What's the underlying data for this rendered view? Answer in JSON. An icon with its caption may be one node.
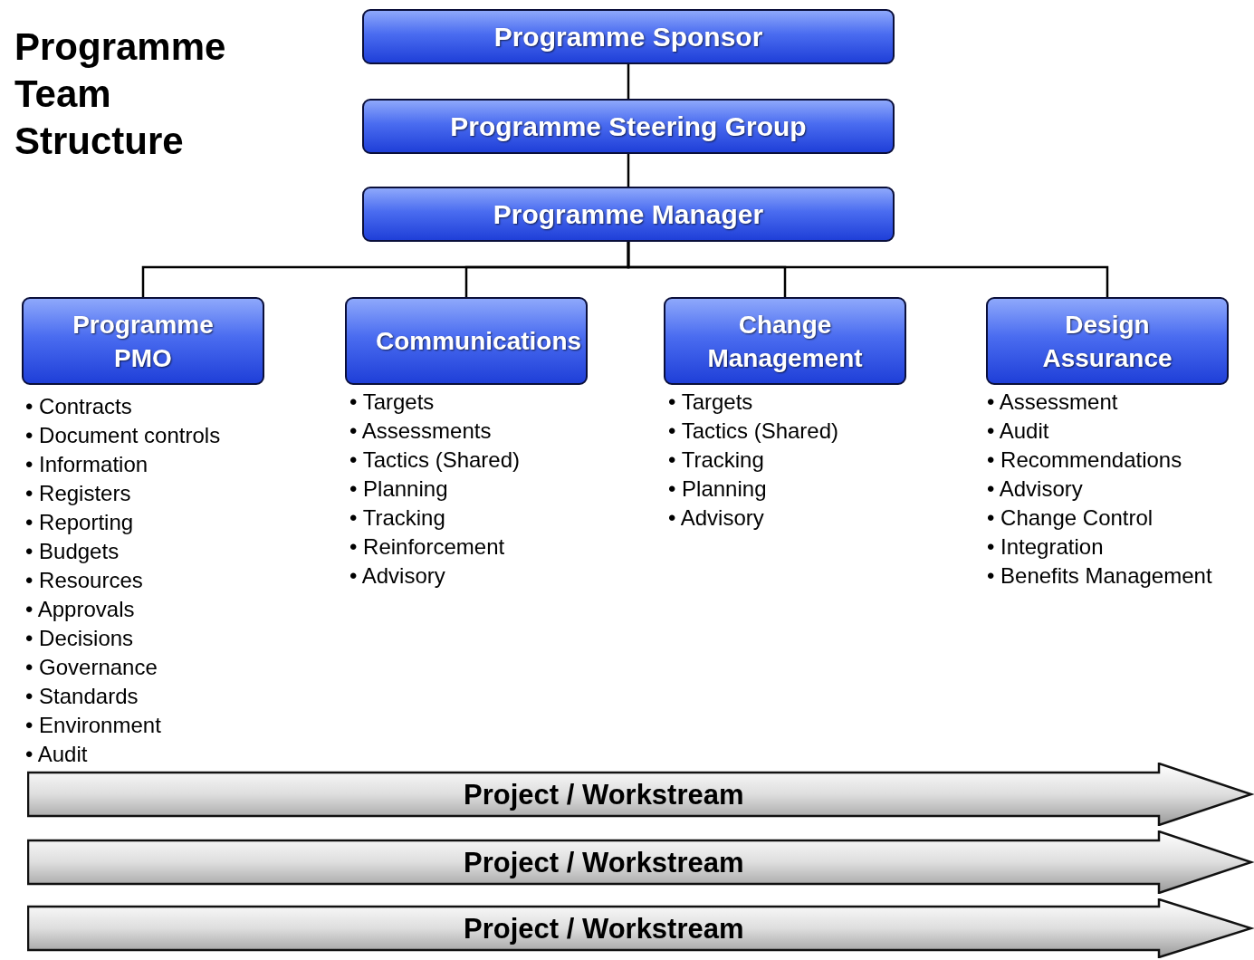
{
  "diagram": {
    "title": "Programme Team Structure",
    "nodes": [
      {
        "text": [
          "Programme Sponsor"
        ]
      },
      {
        "text": [
          "Programme Steering Group"
        ]
      },
      {
        "text": [
          "Programme Manager"
        ]
      },
      {
        "text": [
          "Programme PMO"
        ],
        "beside": [
          "• Contracts",
          "• Document controls",
          "• Information",
          "• Registers",
          "• Reporting",
          "• Budgets",
          "• Resources",
          "• Approvals",
          "• Decisions",
          "• Governance",
          "• Standards",
          "• Environment",
          "• Audit"
        ]
      },
      {
        "text": [
          "Communications"
        ],
        "beside": [
          "• Targets",
          "• Assessments",
          "• Tactics (Shared)",
          "• Planning",
          "• Tracking",
          "• Reinforcement",
          "• Advisory"
        ]
      },
      {
        "text": [
          "Change Management"
        ],
        "beside": [
          "• Targets",
          "• Tactics (Shared)",
          "• Tracking",
          "• Planning",
          "• Advisory"
        ]
      },
      {
        "text": [
          "Design Assurance"
        ],
        "beside": [
          "• Assessment",
          "• Audit",
          "• Recommendations",
          "• Advisory",
          "• Change Control",
          "• Integration",
          "• Benefits Management"
        ]
      },
      {
        "text": [
          "Project / Workstream"
        ]
      },
      {
        "text": [
          "Project / Workstream"
        ]
      },
      {
        "text": [
          "Project / Workstream"
        ]
      }
    ],
    "edges": [
      {
        "from": 0,
        "to": 1,
        "arrow": "none"
      },
      {
        "from": 1,
        "to": 2,
        "arrow": "none"
      },
      {
        "from": 2,
        "to": 3,
        "arrow": "none"
      },
      {
        "from": 2,
        "to": 4,
        "arrow": "none"
      },
      {
        "from": 2,
        "to": 5,
        "arrow": "none"
      },
      {
        "from": 2,
        "to": 6,
        "arrow": "none"
      }
    ]
  }
}
